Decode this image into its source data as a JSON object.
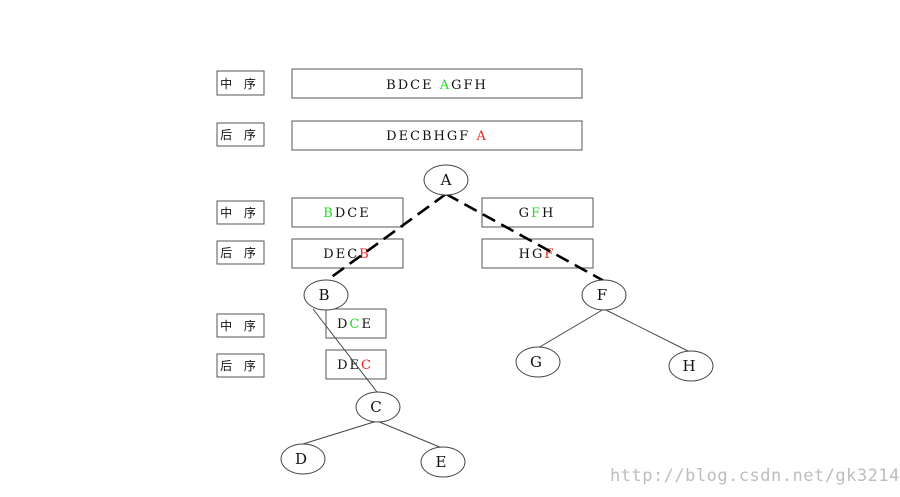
{
  "labels": {
    "inorder": "中 序",
    "postorder": "后 序"
  },
  "colors": {
    "root_inorder": "#22dd22",
    "root_postorder": "#ee2222"
  },
  "sequences": {
    "top_inorder": [
      {
        "t": "BDCE "
      },
      {
        "t": "A",
        "c": "g"
      },
      {
        "t": "GFH"
      }
    ],
    "top_postorder": [
      {
        "t": "DECBHGF "
      },
      {
        "t": "A",
        "c": "r"
      }
    ],
    "left_inorder": [
      {
        "t": "B",
        "c": "g"
      },
      {
        "t": "DCE"
      }
    ],
    "left_postorder": [
      {
        "t": "DEC"
      },
      {
        "t": "B",
        "c": "r"
      }
    ],
    "right_inorder": [
      {
        "t": "G"
      },
      {
        "t": "F",
        "c": "g"
      },
      {
        "t": "H"
      }
    ],
    "right_postorder": [
      {
        "t": "HG"
      },
      {
        "t": "F",
        "c": "r"
      }
    ],
    "sub_inorder": [
      {
        "t": "D"
      },
      {
        "t": "C",
        "c": "g"
      },
      {
        "t": "E"
      }
    ],
    "sub_postorder": [
      {
        "t": "DE"
      },
      {
        "t": "C",
        "c": "r"
      }
    ]
  },
  "nodes": {
    "A": "A",
    "B": "B",
    "C": "C",
    "D": "D",
    "E": "E",
    "F": "F",
    "G": "G",
    "H": "H"
  },
  "watermark": "http://blog.csdn.net/gk3214"
}
